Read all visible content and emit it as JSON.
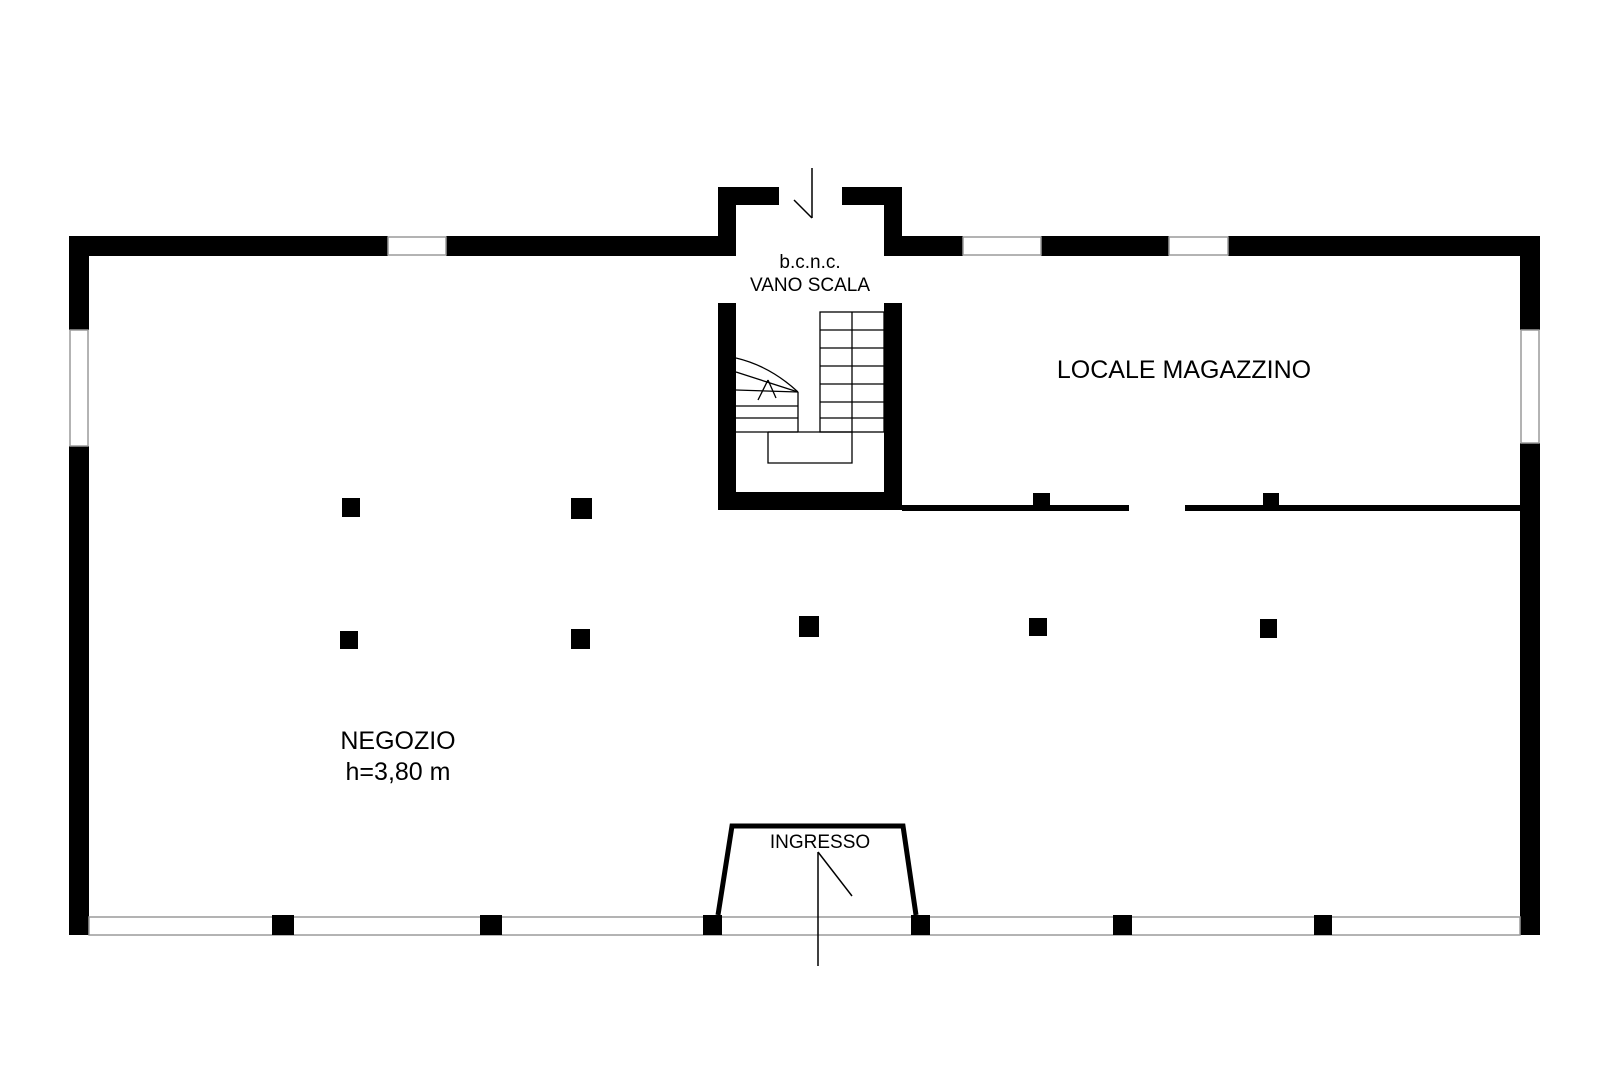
{
  "rooms": {
    "stair_tag": "b.c.n.c.",
    "stair_name": "VANO SCALA",
    "storage": "LOCALE MAGAZZINO",
    "shop": "NEGOZIO",
    "shop_height": "h=3,80 m",
    "entrance": "INGRESSO"
  },
  "colors": {
    "wall": "#000000",
    "background": "#ffffff",
    "window_line": "#9a9a9a"
  }
}
